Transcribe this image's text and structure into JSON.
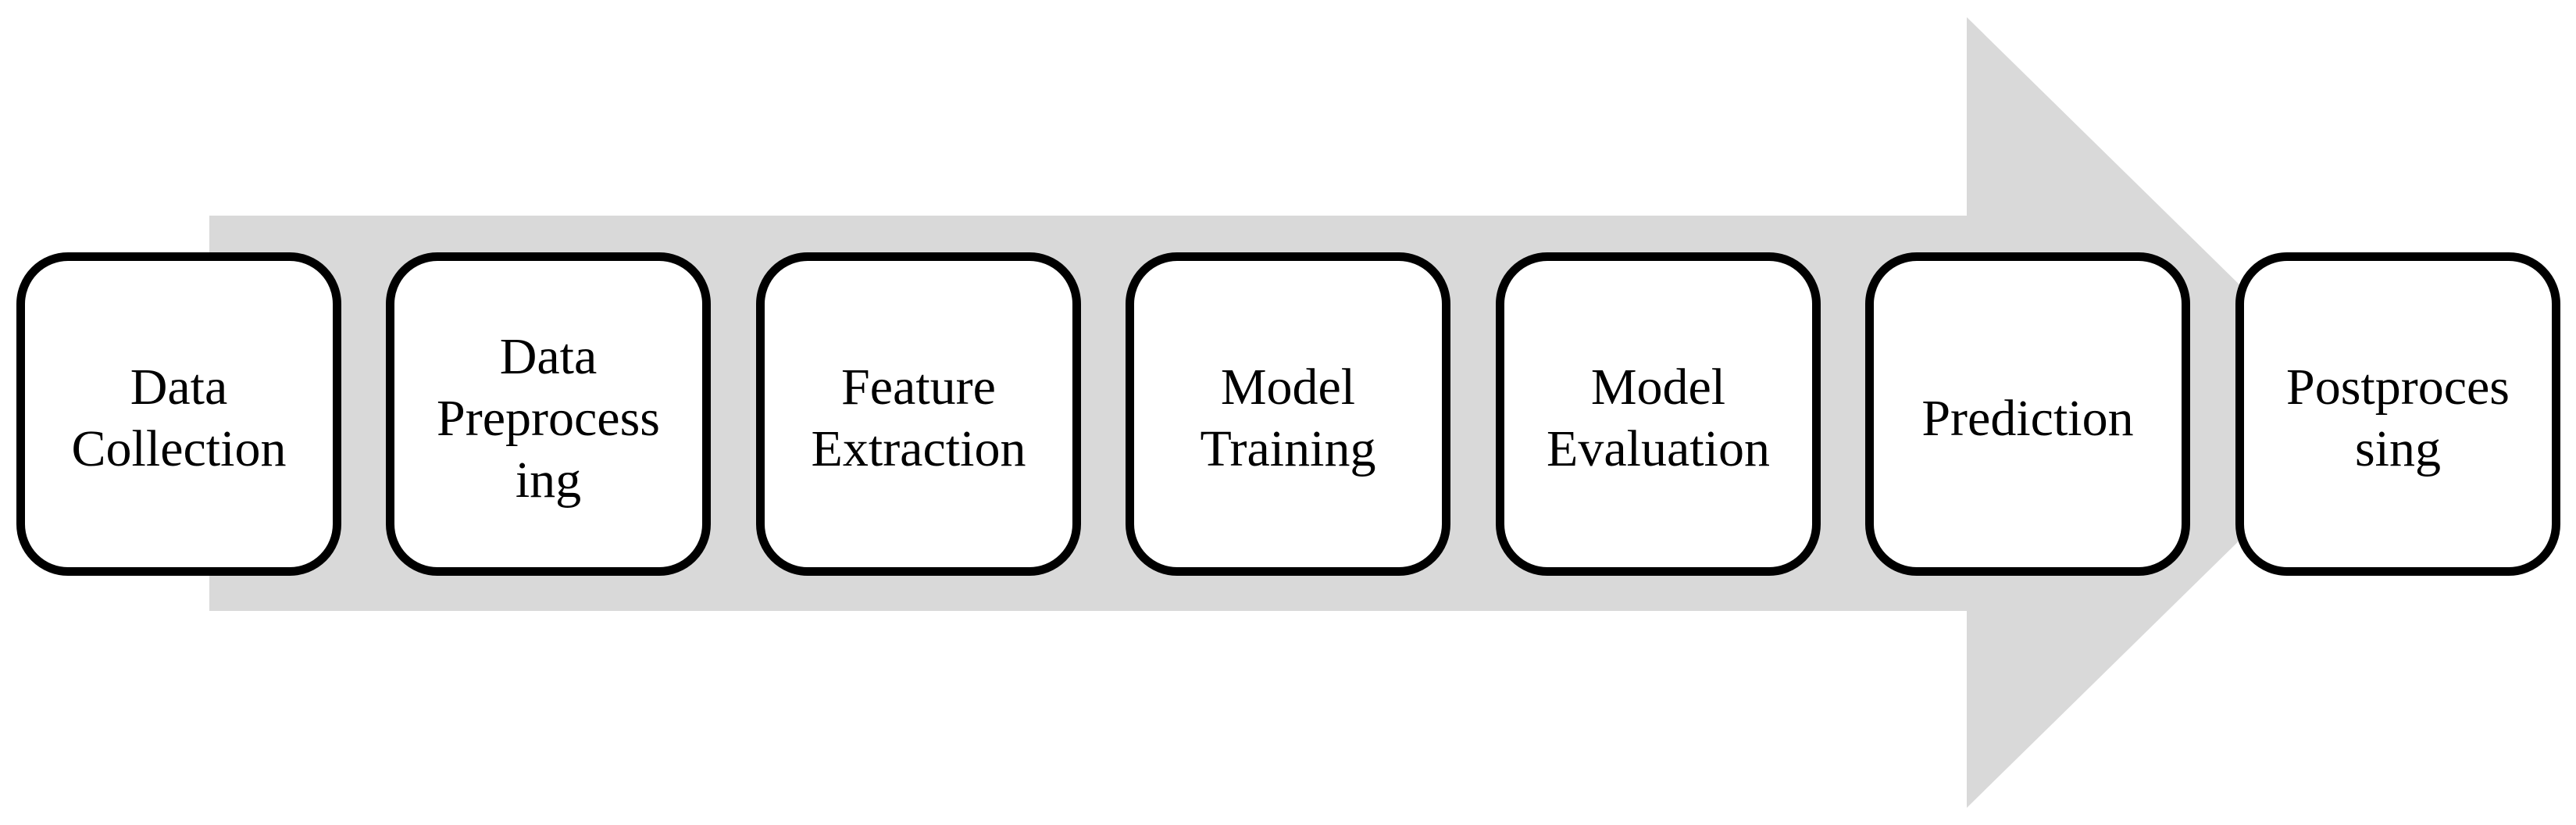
{
  "diagram": {
    "type": "process-flow",
    "direction": "left-to-right",
    "steps": [
      {
        "id": "data-collection",
        "label": "Data\nCollection"
      },
      {
        "id": "data-preprocessing",
        "label": "Data\nPreprocess\ning"
      },
      {
        "id": "feature-extraction",
        "label": "Feature\nExtraction"
      },
      {
        "id": "model-training",
        "label": "Model\nTraining"
      },
      {
        "id": "model-evaluation",
        "label": "Model\nEvaluation"
      },
      {
        "id": "prediction",
        "label": "Prediction"
      },
      {
        "id": "postprocessing",
        "label": "Postproces\nsing"
      }
    ],
    "colors": {
      "arrow_fill": "#d9d9d9",
      "box_fill": "#ffffff",
      "box_border": "#000000",
      "text": "#000000"
    }
  }
}
